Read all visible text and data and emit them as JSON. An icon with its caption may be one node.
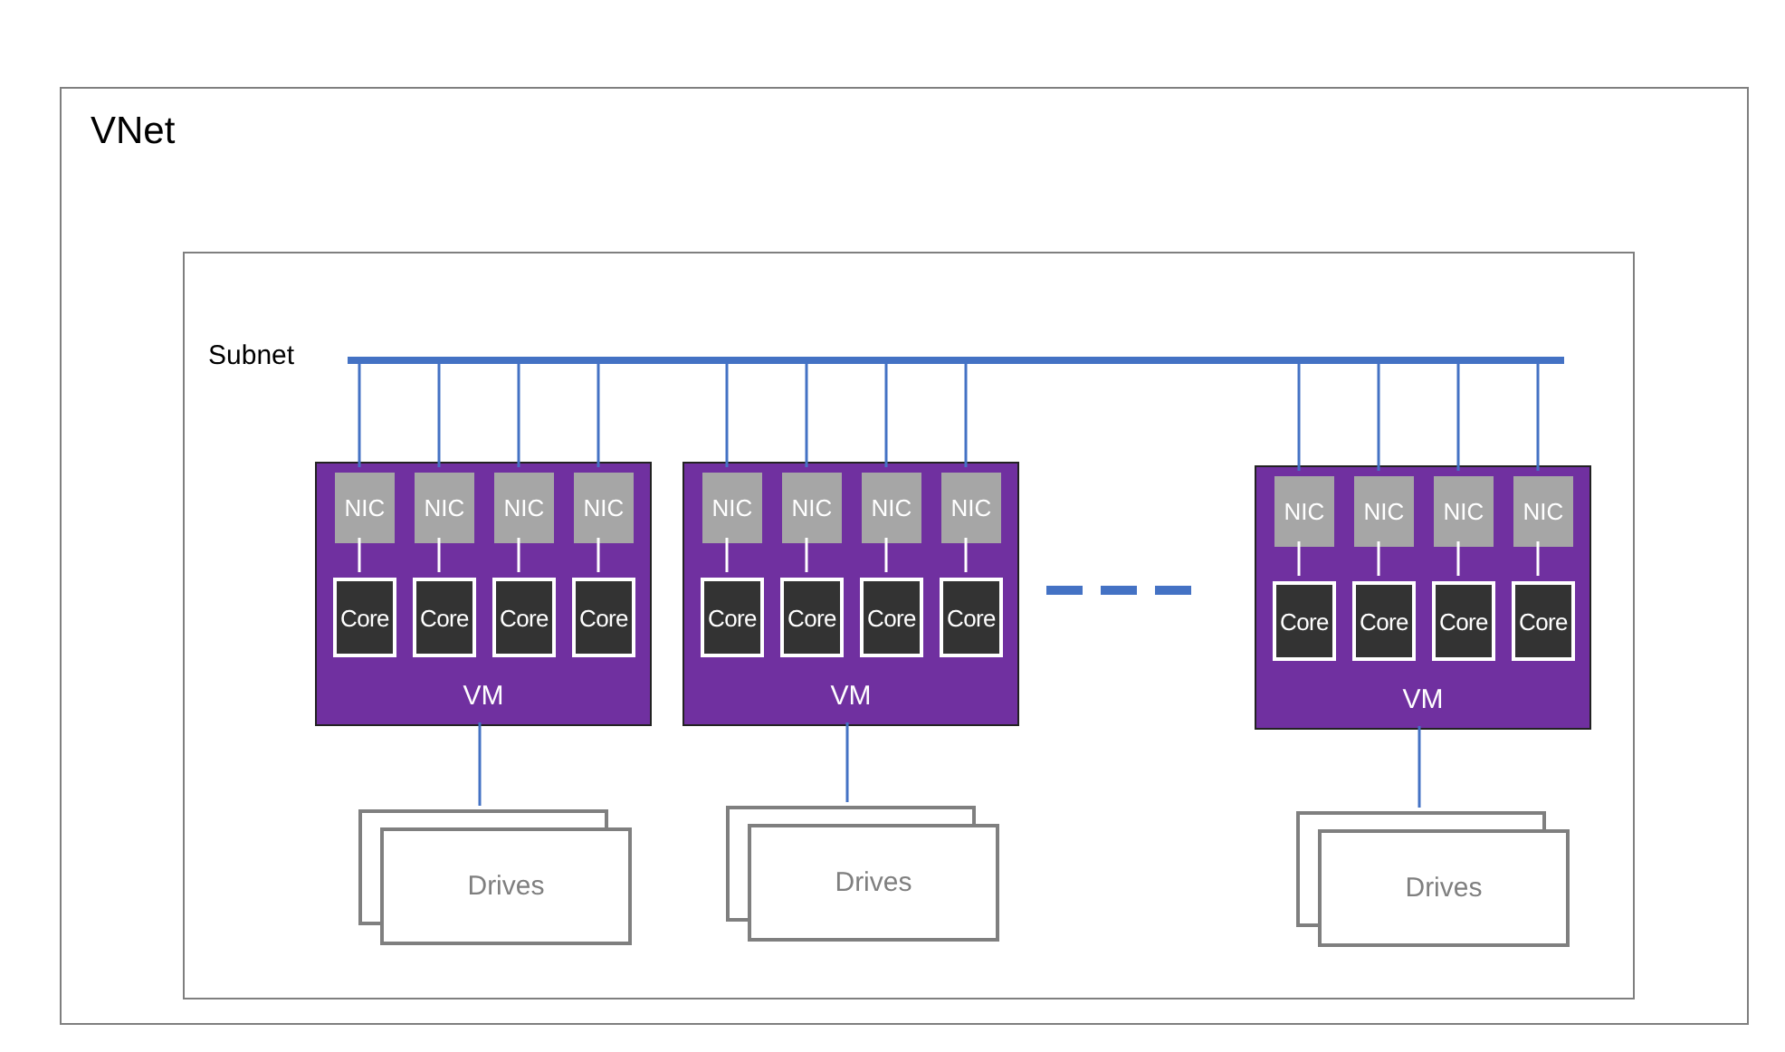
{
  "diagram": {
    "nodes": [
      {
        "text": [
          "VNet"
        ]
      },
      {
        "text": [],
        "shape": "box",
        "in": 0
      },
      {
        "text": [],
        "shape": "bar",
        "beside": [
          "Subnet"
        ],
        "in": 1
      },
      {
        "text": [
          "VM"
        ],
        "in": 1
      },
      {
        "text": [
          "NIC"
        ],
        "in": 3
      },
      {
        "text": [
          "NIC"
        ],
        "in": 3
      },
      {
        "text": [
          "NIC"
        ],
        "in": 3
      },
      {
        "text": [
          "NIC"
        ],
        "in": 3
      },
      {
        "text": [
          "Core"
        ],
        "in": 3
      },
      {
        "text": [
          "Core"
        ],
        "in": 3
      },
      {
        "text": [
          "Core"
        ],
        "in": 3
      },
      {
        "text": [
          "Core"
        ],
        "in": 3
      },
      {
        "text": [
          "Drives"
        ],
        "in": 1
      },
      {
        "text": [
          "VM"
        ],
        "in": 1
      },
      {
        "text": [
          "NIC"
        ],
        "in": 13
      },
      {
        "text": [
          "NIC"
        ],
        "in": 13
      },
      {
        "text": [
          "NIC"
        ],
        "in": 13
      },
      {
        "text": [
          "NIC"
        ],
        "in": 13
      },
      {
        "text": [
          "Core"
        ],
        "in": 13
      },
      {
        "text": [
          "Core"
        ],
        "in": 13
      },
      {
        "text": [
          "Core"
        ],
        "in": 13
      },
      {
        "text": [
          "Core"
        ],
        "in": 13
      },
      {
        "text": [
          "Drives"
        ],
        "in": 1
      },
      {
        "text": [
          "VM"
        ],
        "in": 1
      },
      {
        "text": [
          "NIC"
        ],
        "in": 23
      },
      {
        "text": [
          "NIC"
        ],
        "in": 23
      },
      {
        "text": [
          "NIC"
        ],
        "in": 23
      },
      {
        "text": [
          "NIC"
        ],
        "in": 23
      },
      {
        "text": [
          "Core"
        ],
        "in": 23
      },
      {
        "text": [
          "Core"
        ],
        "in": 23
      },
      {
        "text": [
          "Core"
        ],
        "in": 23
      },
      {
        "text": [
          "Core"
        ],
        "in": 23
      },
      {
        "text": [
          "Drives"
        ],
        "in": 1
      }
    ],
    "edges": [
      {
        "from": 2,
        "to": 4,
        "arrow": "none"
      },
      {
        "from": 2,
        "to": 5,
        "arrow": "none"
      },
      {
        "from": 2,
        "to": 6,
        "arrow": "none"
      },
      {
        "from": 2,
        "to": 7,
        "arrow": "none"
      },
      {
        "from": 4,
        "to": 8,
        "arrow": "none",
        "color": "#ffffff"
      },
      {
        "from": 5,
        "to": 9,
        "arrow": "none",
        "color": "#ffffff"
      },
      {
        "from": 6,
        "to": 10,
        "arrow": "none",
        "color": "#ffffff"
      },
      {
        "from": 7,
        "to": 11,
        "arrow": "none",
        "color": "#ffffff"
      },
      {
        "from": 3,
        "to": 12,
        "arrow": "none"
      },
      {
        "from": 2,
        "to": 14,
        "arrow": "none"
      },
      {
        "from": 2,
        "to": 15,
        "arrow": "none"
      },
      {
        "from": 2,
        "to": 16,
        "arrow": "none"
      },
      {
        "from": 2,
        "to": 17,
        "arrow": "none"
      },
      {
        "from": 14,
        "to": 18,
        "arrow": "none",
        "color": "#ffffff"
      },
      {
        "from": 15,
        "to": 19,
        "arrow": "none",
        "color": "#ffffff"
      },
      {
        "from": 16,
        "to": 20,
        "arrow": "none",
        "color": "#ffffff"
      },
      {
        "from": 17,
        "to": 21,
        "arrow": "none",
        "color": "#ffffff"
      },
      {
        "from": 13,
        "to": 22,
        "arrow": "none"
      },
      {
        "from": 2,
        "to": 24,
        "arrow": "none"
      },
      {
        "from": 2,
        "to": 25,
        "arrow": "none"
      },
      {
        "from": 2,
        "to": 26,
        "arrow": "none"
      },
      {
        "from": 2,
        "to": 27,
        "arrow": "none"
      },
      {
        "from": 24,
        "to": 28,
        "arrow": "none",
        "color": "#ffffff"
      },
      {
        "from": 25,
        "to": 29,
        "arrow": "none",
        "color": "#ffffff"
      },
      {
        "from": 26,
        "to": 30,
        "arrow": "none",
        "color": "#ffffff"
      },
      {
        "from": 27,
        "to": 31,
        "arrow": "none",
        "color": "#ffffff"
      },
      {
        "from": 23,
        "to": 32,
        "arrow": "none"
      }
    ]
  }
}
